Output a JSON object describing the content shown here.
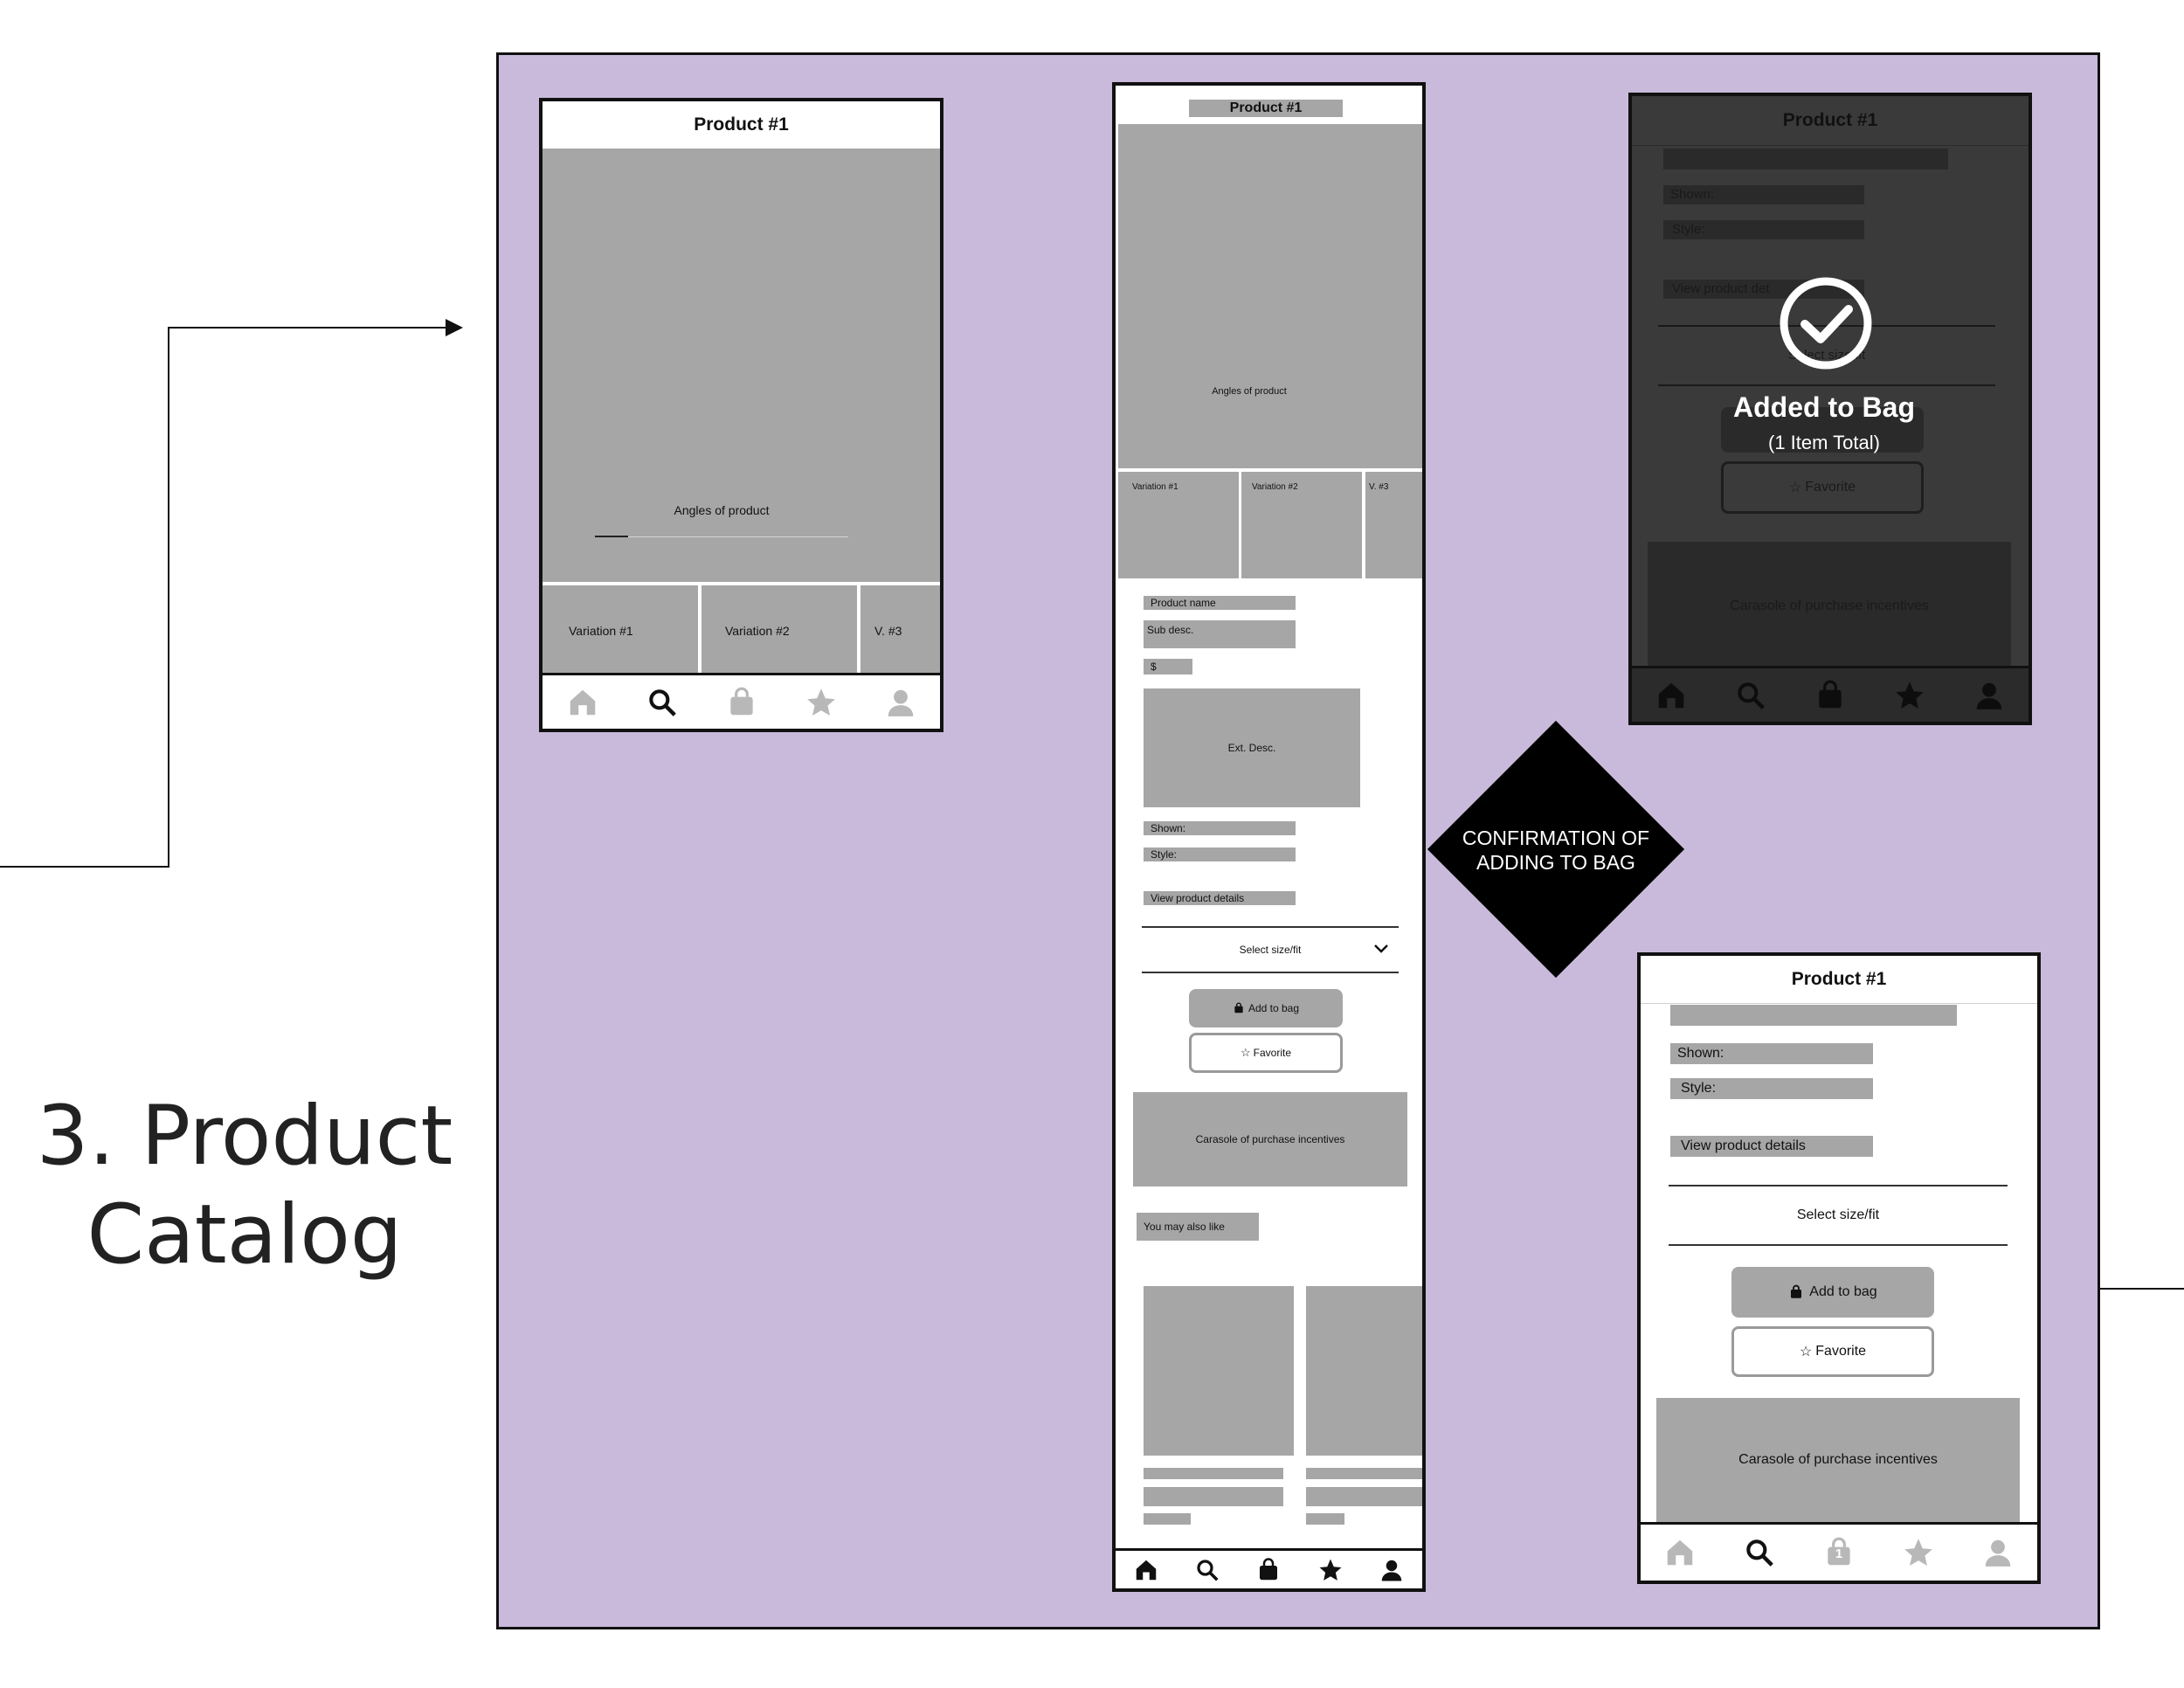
{
  "page_title": {
    "line1": "3. Product",
    "line2": "Catalog"
  },
  "screen1": {
    "title": "Product #1",
    "hero_label": "Angles of product",
    "variations": [
      "Variation #1",
      "Variation #2",
      "V. #3"
    ]
  },
  "screen2": {
    "title": "Product #1",
    "hero_label": "Angles of product",
    "variations": [
      "Variation #1",
      "Variation #2",
      "V. #3"
    ],
    "product_name": "Product name",
    "sub_desc": "Sub desc.",
    "price": "$",
    "ext_desc": "Ext. Desc.",
    "shown": "Shown:",
    "style": "Style:",
    "view_details": "View product details",
    "select_size": "Select size/fit",
    "add_to_bag": "Add to bag",
    "favorite": "Favorite",
    "carousel": "Carasole of purchase incentives",
    "you_may_like": "You may also like"
  },
  "decision": {
    "line1": "CONFIRMATION OF",
    "line2": "ADDING TO BAG"
  },
  "screen3": {
    "title": "Product #1",
    "shown": "Shown:",
    "style": "Style:",
    "view_details": "View product det",
    "select_size": "Select size/fit",
    "favorite": "Favorite",
    "carousel": "Carasole of purchase incentives",
    "overlay_title": "Added to Bag",
    "overlay_sub": "(1 Item Total)"
  },
  "screen4": {
    "title": "Product #1",
    "shown": "Shown:",
    "style": "Style:",
    "view_details": "View product details",
    "select_size": "Select size/fit",
    "add_to_bag": "Add to bag",
    "favorite": "Favorite",
    "carousel": "Carasole of purchase incentives",
    "bag_badge": "1"
  },
  "colors": {
    "panel": "#c9badb",
    "placeholder": "#a6a6a6",
    "overlay": "#3a3a3a"
  },
  "icons": [
    "home-icon",
    "search-icon",
    "bag-icon",
    "star-icon",
    "profile-icon",
    "check-circle-icon",
    "chevron-down-icon"
  ]
}
